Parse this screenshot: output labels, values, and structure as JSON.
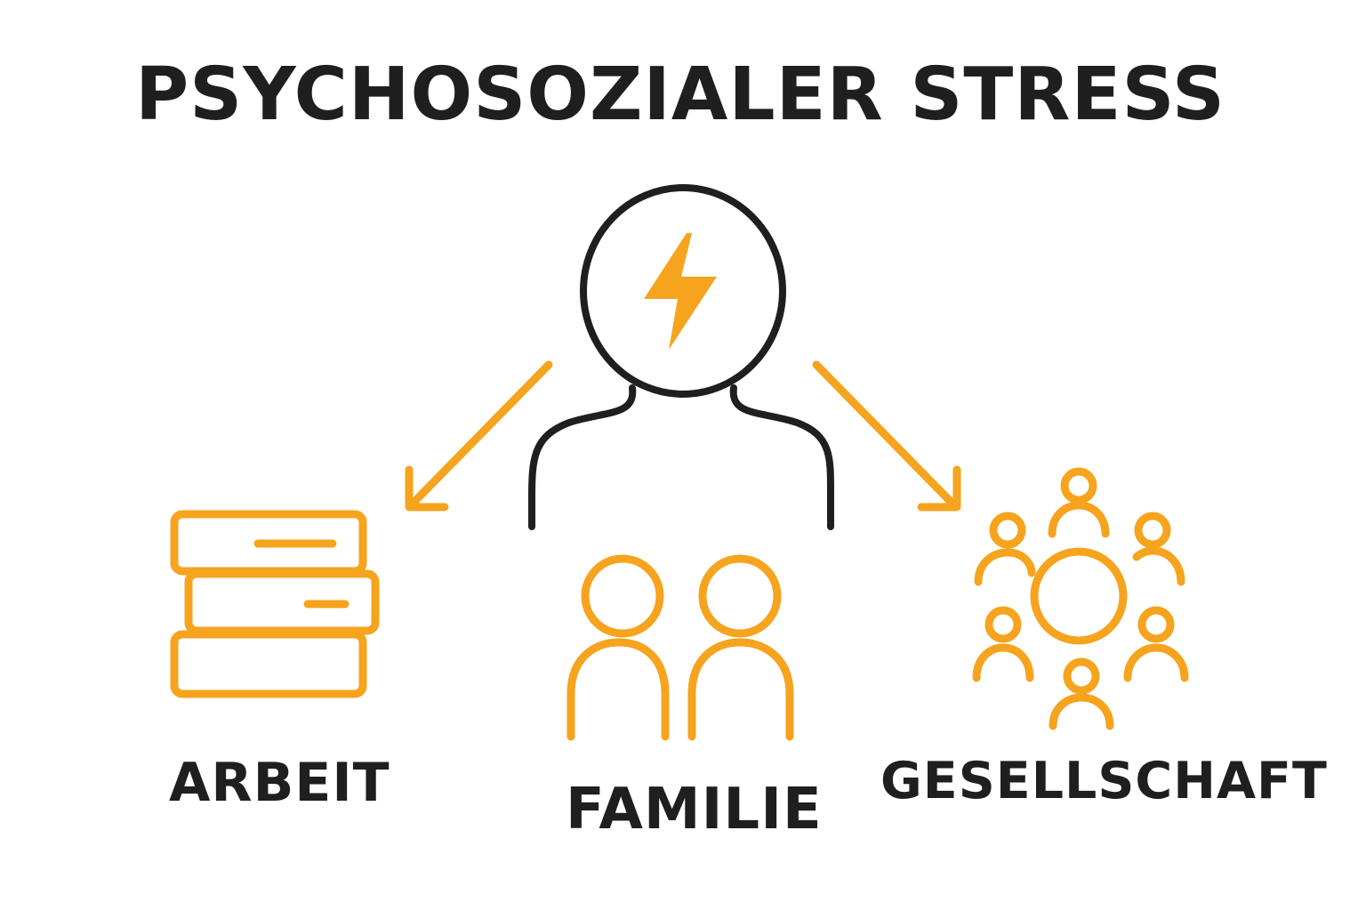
{
  "title": "PSYCHOSOZIALER STRESS",
  "categories": [
    {
      "label": "ARBEIT",
      "icon": "document-stack-icon"
    },
    {
      "label": "FAMILIE",
      "icon": "two-people-icon"
    },
    {
      "label": "GESELLSCHAFT",
      "icon": "community-group-icon"
    }
  ],
  "center_icon": "stressed-person-icon",
  "stress_icon": "lightning-bolt-icon",
  "colors": {
    "accent": "#F6A31E",
    "outline": "#1f1f1f",
    "background": "#ffffff"
  }
}
